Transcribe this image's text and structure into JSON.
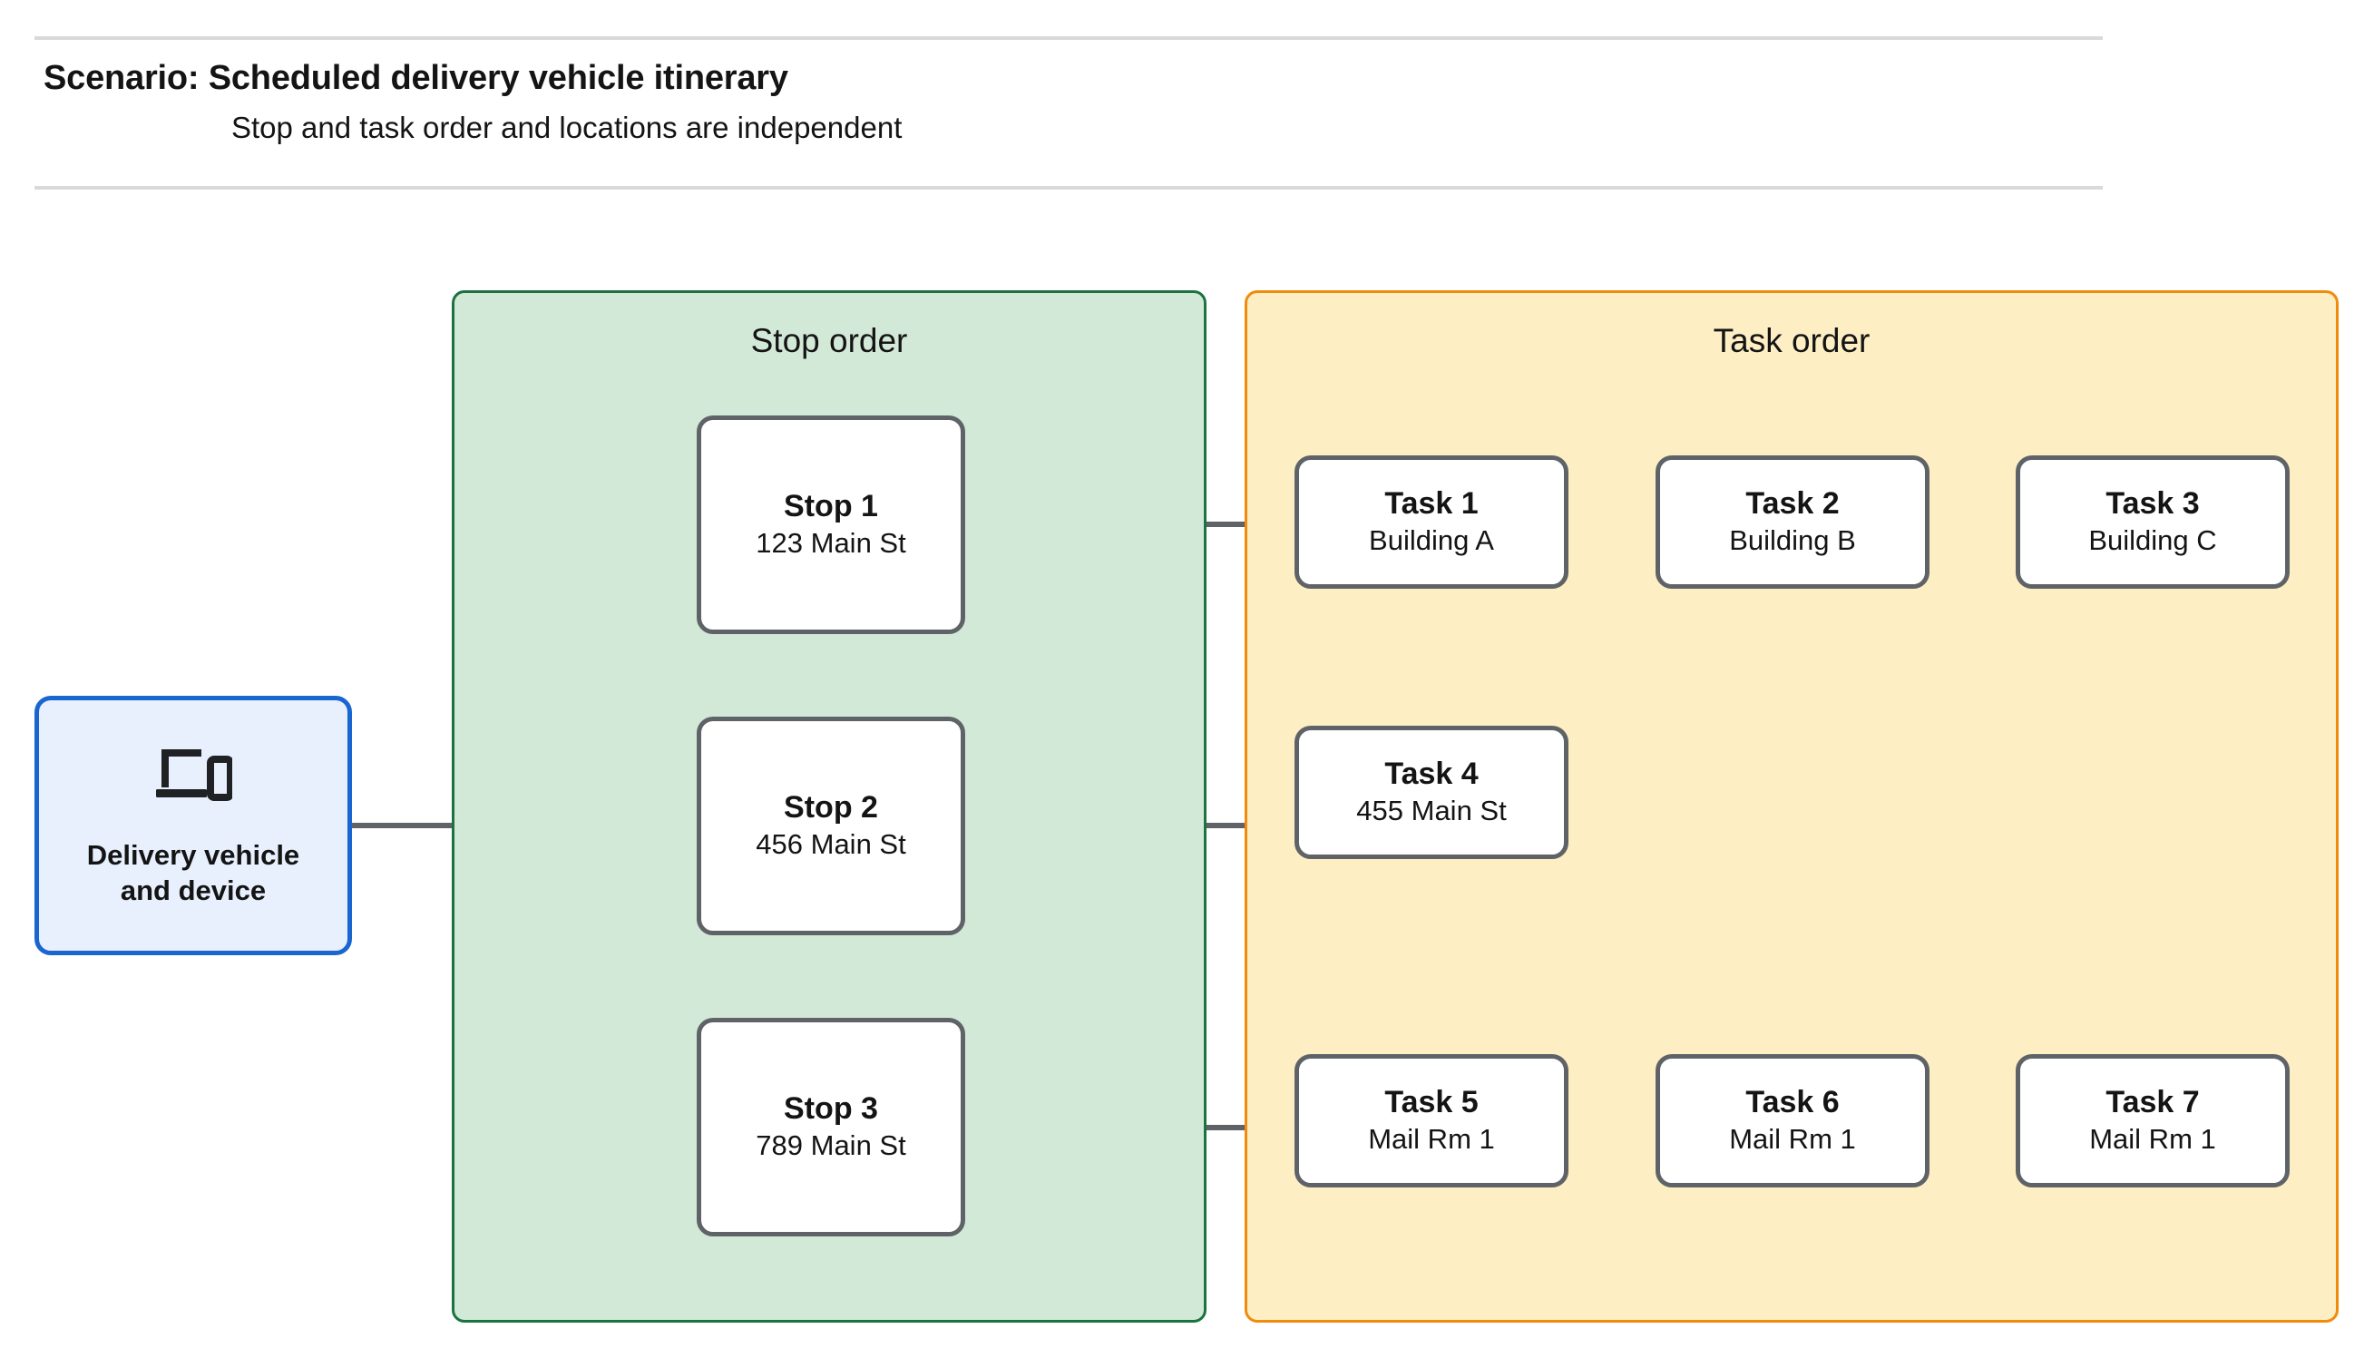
{
  "header": {
    "title": "Scenario: Scheduled delivery vehicle itinerary",
    "subtitle": "Stop and task order and locations are independent"
  },
  "vehicle": {
    "label": "Delivery vehicle\nand device",
    "icon": "laptop-and-phone-icon",
    "border_color": "#1a66d0",
    "fill_color": "#e8f0fe"
  },
  "stop_panel": {
    "title": "Stop order",
    "fill_color": "#d3e9d8",
    "border_color": "#1a7340",
    "stops": [
      {
        "title": "Stop 1",
        "address": "123 Main St"
      },
      {
        "title": "Stop 2",
        "address": "456 Main St"
      },
      {
        "title": "Stop 3",
        "address": "789 Main St"
      }
    ]
  },
  "task_panel": {
    "title": "Task order",
    "fill_color": "#fdeec4",
    "border_color": "#f18b0b",
    "tasks": [
      {
        "title": "Task 1",
        "location": "Building A"
      },
      {
        "title": "Task 2",
        "location": "Building B"
      },
      {
        "title": "Task 3",
        "location": "Building C"
      },
      {
        "title": "Task 4",
        "location": "455 Main St"
      },
      {
        "title": "Task 5",
        "location": "Mail Rm 1"
      },
      {
        "title": "Task 6",
        "location": "Mail Rm 1"
      },
      {
        "title": "Task 7",
        "location": "Mail Rm 1"
      }
    ]
  },
  "connector_color": "#5f6368"
}
